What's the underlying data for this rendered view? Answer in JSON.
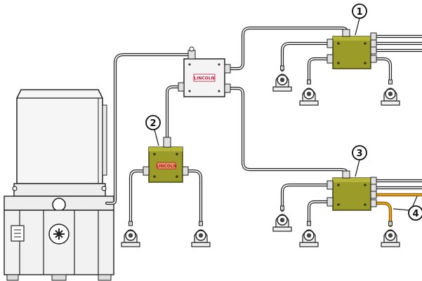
{
  "diagram": {
    "brand_label": "LINCOLN",
    "callouts": [
      {
        "id": "callout-1",
        "number": "1"
      },
      {
        "id": "callout-2",
        "number": "2"
      },
      {
        "id": "callout-3",
        "number": "3"
      },
      {
        "id": "callout-4",
        "number": "4"
      }
    ],
    "colors": {
      "distributor_block": "#9b9b2a",
      "distributor_block_dark": "#6f6f1a",
      "main_distributor": "#f2f2f2",
      "line": "#2a2a2a",
      "highlight_line": "#e3a21a",
      "pump_body": "#f4f4f4",
      "brand": "#c8102e"
    },
    "icons": [
      "pump-unit",
      "main-distributor-block",
      "secondary-distributor-block",
      "pillow-block-bearing"
    ]
  }
}
